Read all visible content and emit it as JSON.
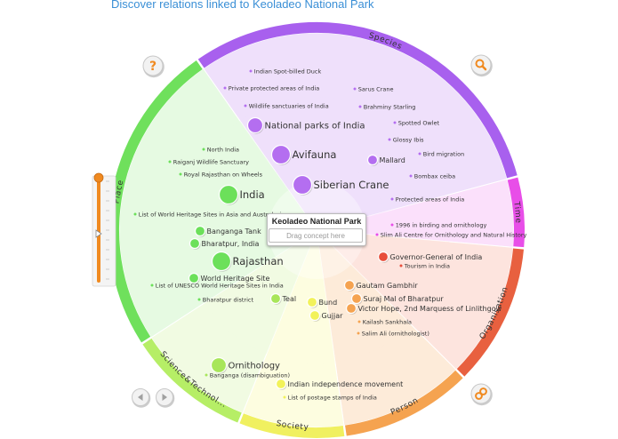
{
  "page": {
    "title": "Discover relations linked to Keoladeo National Park",
    "center": {
      "label": "Keoladeo National Park",
      "input_placeholder": "Drag concept here"
    },
    "slider_label": "Place"
  },
  "colors": {
    "species": "#b46ef0",
    "time": "#e84ee8",
    "organisation": "#e84e3a",
    "person": "#f5a350",
    "society": "#f2f25a",
    "science": "#a8e65a",
    "place": "#6ce05a",
    "title": "#3a8fd6"
  },
  "sectors": [
    {
      "id": "species",
      "label": "Species",
      "color": "#b46ef0",
      "band": "#a860ee",
      "fill": "#efe0fb"
    },
    {
      "id": "time",
      "label": "Time",
      "color": "#e84ee8",
      "band": "#e84ee8",
      "fill": "#fbe0fb"
    },
    {
      "id": "organisation",
      "label": "Organisation",
      "color": "#e84e3a",
      "band": "#e8603f",
      "fill": "#fde4de"
    },
    {
      "id": "person",
      "label": "Person",
      "color": "#f5a350",
      "band": "#f5a350",
      "fill": "#fdebd9"
    },
    {
      "id": "society",
      "label": "Society",
      "color": "#f2f25a",
      "band": "#f0f060",
      "fill": "#fdfde0"
    },
    {
      "id": "science",
      "label": "Science&Technol...",
      "color": "#a8e65a",
      "band": "#b6ee66",
      "fill": "#f1fbe2"
    },
    {
      "id": "place",
      "label": "Place",
      "color": "#6ce05a",
      "band": "#6fe05c",
      "fill": "#e6fae2"
    }
  ],
  "nodes": [
    {
      "label": "Indian Spot-billed Duck",
      "sector": "species",
      "size": "xs",
      "color": "#b46ef0"
    },
    {
      "label": "Private protected areas of India",
      "sector": "species",
      "size": "xs",
      "color": "#b46ef0"
    },
    {
      "label": "Sarus Crane",
      "sector": "species",
      "size": "xs",
      "color": "#b46ef0"
    },
    {
      "label": "Wildlife sanctuaries of India",
      "sector": "species",
      "size": "xs",
      "color": "#b46ef0"
    },
    {
      "label": "Brahminy Starling",
      "sector": "species",
      "size": "xs",
      "color": "#b46ef0"
    },
    {
      "label": "National parks of India",
      "sector": "species",
      "size": "m",
      "color": "#b46ef0"
    },
    {
      "label": "Spotted Owlet",
      "sector": "species",
      "size": "xs",
      "color": "#b46ef0"
    },
    {
      "label": "Glossy Ibis",
      "sector": "species",
      "size": "xs",
      "color": "#b46ef0"
    },
    {
      "label": "Avifauna",
      "sector": "species",
      "size": "l",
      "color": "#b46ef0"
    },
    {
      "label": "Bird migration",
      "sector": "species",
      "size": "xs",
      "color": "#b46ef0"
    },
    {
      "label": "Mallard",
      "sector": "species",
      "size": "s",
      "color": "#b46ef0"
    },
    {
      "label": "Bombax ceiba",
      "sector": "species",
      "size": "xs",
      "color": "#b46ef0"
    },
    {
      "label": "Siberian Crane",
      "sector": "species",
      "size": "l",
      "color": "#b46ef0"
    },
    {
      "label": "Protected areas of India",
      "sector": "species",
      "size": "xs",
      "color": "#b46ef0"
    },
    {
      "label": "1996 in birding and ornithology",
      "sector": "time",
      "size": "xs",
      "color": "#e84ee8"
    },
    {
      "label": "Slim Ali Centre for Ornithology and Natural History",
      "sector": "time",
      "size": "xs",
      "color": "#e84ee8"
    },
    {
      "label": "Governor-General of India",
      "sector": "organisation",
      "size": "s",
      "color": "#e84e3a"
    },
    {
      "label": "Tourism in India",
      "sector": "organisation",
      "size": "xs",
      "color": "#e84e3a"
    },
    {
      "label": "Gautam Gambhir",
      "sector": "person",
      "size": "s",
      "color": "#f5a350"
    },
    {
      "label": "Suraj Mal of Bharatpur",
      "sector": "person",
      "size": "s",
      "color": "#f5a350"
    },
    {
      "label": "Victor Hope, 2nd Marquess of Linlithgow",
      "sector": "person",
      "size": "s",
      "color": "#f5a350"
    },
    {
      "label": "Kailash Sankhala",
      "sector": "person",
      "size": "xs",
      "color": "#f5a350"
    },
    {
      "label": "Salim Ali (ornithologist)",
      "sector": "person",
      "size": "xs",
      "color": "#f5a350"
    },
    {
      "label": "Bund",
      "sector": "society",
      "size": "s",
      "color": "#f2f25a"
    },
    {
      "label": "Gujjar",
      "sector": "society",
      "size": "s",
      "color": "#f2f25a"
    },
    {
      "label": "Indian independence movement",
      "sector": "society",
      "size": "s",
      "color": "#f2f25a"
    },
    {
      "label": "List of postage stamps of India",
      "sector": "society",
      "size": "xs",
      "color": "#f2f25a"
    },
    {
      "label": "Teal",
      "sector": "science",
      "size": "s",
      "color": "#a8e65a"
    },
    {
      "label": "Ornithology",
      "sector": "science",
      "size": "m",
      "color": "#a8e65a"
    },
    {
      "label": "Banganga (disambiguation)",
      "sector": "science",
      "size": "xs",
      "color": "#a8e65a"
    },
    {
      "label": "North India",
      "sector": "place",
      "size": "xs",
      "color": "#6ce05a"
    },
    {
      "label": "Raiganj Wildlife Sanctuary",
      "sector": "place",
      "size": "xs",
      "color": "#6ce05a"
    },
    {
      "label": "Royal Rajasthan on Wheels",
      "sector": "place",
      "size": "xs",
      "color": "#6ce05a"
    },
    {
      "label": "India",
      "sector": "place",
      "size": "l",
      "color": "#6ce05a"
    },
    {
      "label": "List of World Heritage Sites in Asia and Australasia",
      "sector": "place",
      "size": "xs",
      "color": "#6ce05a"
    },
    {
      "label": "Banganga Tank",
      "sector": "place",
      "size": "s",
      "color": "#6ce05a"
    },
    {
      "label": "Bharatpur, India",
      "sector": "place",
      "size": "s",
      "color": "#6ce05a"
    },
    {
      "label": "Rajasthan",
      "sector": "place",
      "size": "l",
      "color": "#6ce05a"
    },
    {
      "label": "World Heritage Site",
      "sector": "place",
      "size": "s",
      "color": "#6ce05a"
    },
    {
      "label": "List of UNESCO World Heritage Sites in India",
      "sector": "place",
      "size": "xs",
      "color": "#6ce05a"
    },
    {
      "label": "Bharatpur district",
      "sector": "place",
      "size": "xs",
      "color": "#6ce05a"
    }
  ],
  "controls": [
    {
      "name": "help-button",
      "icon": "question-icon",
      "color": "#f08a20"
    },
    {
      "name": "search-button",
      "icon": "magnifier-icon",
      "color": "#f08a20"
    },
    {
      "name": "back-button",
      "icon": "arrow-left-icon",
      "color": "#a0a0a0"
    },
    {
      "name": "forward-button",
      "icon": "arrow-right-icon",
      "color": "#a0a0a0"
    },
    {
      "name": "share-button",
      "icon": "link-icon",
      "color": "#f08a20"
    }
  ],
  "slider": {
    "value": 1.0,
    "color": "#f08a20"
  }
}
